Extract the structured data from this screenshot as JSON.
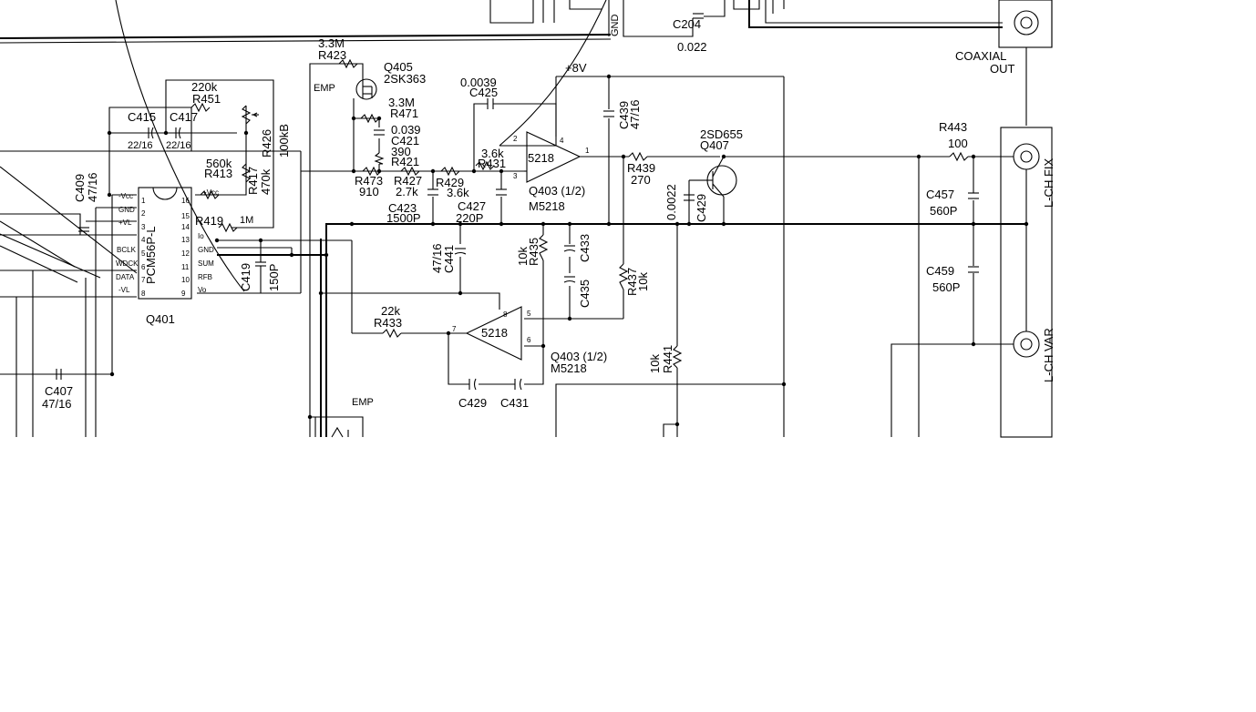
{
  "labels": {
    "r423_val": "3.3M",
    "r423": "R423",
    "q405": "Q405",
    "q405_part": "2SK363",
    "emp_top": "EMP",
    "r471_val": "3.3M",
    "r471": "R471",
    "c421_val": "0.039",
    "c421": "C421",
    "r421_val": "390",
    "r421": "R421",
    "r451_val": "220k",
    "r451": "R451",
    "c415": "C415",
    "c417": "C417",
    "c415_val": "22/16",
    "c417_val": "22/16",
    "r413_val": "560k",
    "r413": "R413",
    "r426": "R426",
    "r426_val": "100kB",
    "r417": "R417",
    "r417_val": "470k",
    "c409": "C409",
    "c409_val": "47/16",
    "r419": "R419",
    "r419_val": "1M",
    "pcm": "PCM56P-L",
    "q401": "Q401",
    "c419": "C419",
    "c419_val": "150P",
    "c407": "C407",
    "c407_val": "47/16",
    "c425_val": "0.0039",
    "c425": "C425",
    "plus8v": "+8V",
    "r431_val": "3.6k",
    "r431": "R431",
    "r473": "R473",
    "r473_val": "910",
    "r427": "R427",
    "r427_val": "2.7k",
    "r429": "R429",
    "r429_val": "3.6k",
    "c423": "C423",
    "c423_val": "1500P",
    "c427": "C427",
    "c427_val": "220P",
    "opamp": "5218",
    "q403a": "Q403 (1/2)",
    "m5218a": "M5218",
    "c439": "C439",
    "c439_val": "47/16",
    "r439": "R439",
    "r439_val": "270",
    "c429b_val": "0.0022",
    "c429b": "C429",
    "q407_part": "2SD655",
    "q407": "Q407",
    "c441_val": "47/16",
    "c441": "C441",
    "r435_val": "10k",
    "r435": "R435",
    "c433": "C433",
    "c435": "C435",
    "r437": "R437",
    "r437_val": "10k",
    "r433_val": "22k",
    "r433": "R433",
    "opamp2": "5218",
    "q403b": "Q403 (1/2)",
    "m5218b": "M5218",
    "c429": "C429",
    "c431": "C431",
    "emp_bot": "EMP",
    "r441_val": "10k",
    "r441": "R441",
    "c204": "C204",
    "c204_val": "0.022",
    "gnd_top": "GND",
    "coaxial": "COAXIAL",
    "out": "OUT",
    "r443": "R443",
    "r443_val": "100",
    "c457": "C457",
    "c457_val": "560P",
    "c459": "C459",
    "c459_val": "560P",
    "lch_fix": "L-CH FIX",
    "lch_var": "L-CH VAR",
    "pin_labels": [
      "-Vcc",
      "GND",
      "+VL",
      "",
      "BCLK",
      "WDCK",
      "DATA",
      "-VL",
      "Vo",
      "RFB",
      "SUM",
      "GND",
      "Io",
      "",
      "+Vcc",
      ""
    ],
    "pin_nums_left": [
      "1",
      "2",
      "3",
      "4",
      "5",
      "6",
      "7",
      "8"
    ],
    "pin_nums_right": [
      "16",
      "15",
      "14",
      "13",
      "12",
      "11",
      "10",
      "9"
    ],
    "op_pins_a": [
      "2",
      "3",
      "4",
      "1"
    ],
    "op_pins_b": [
      "8",
      "7",
      "5",
      "6"
    ]
  }
}
